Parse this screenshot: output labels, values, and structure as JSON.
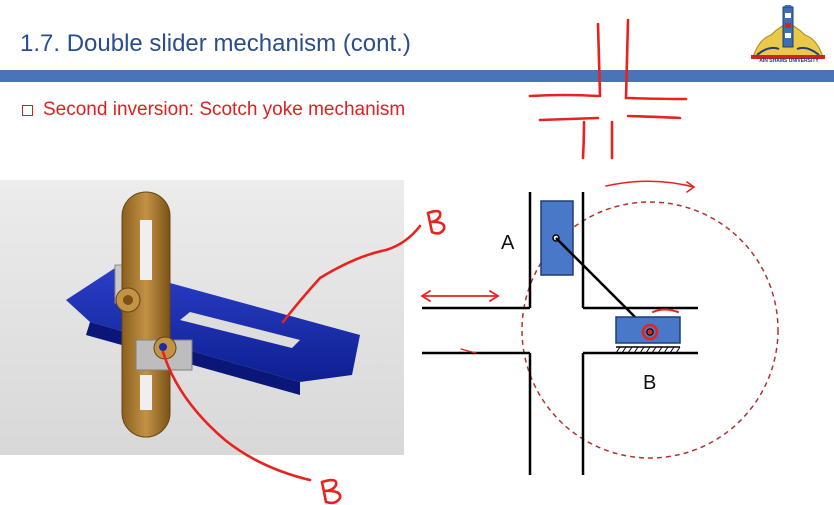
{
  "slide": {
    "title": "1.7. Double slider mechanism (cont.)",
    "bullet": "Second inversion: Scotch yoke mechanism"
  },
  "logo": {
    "caption": "AIN SHAMS UNIVERSITY"
  },
  "diagram": {
    "label_a": "A",
    "label_b": "B"
  },
  "annotations": {
    "handwritten_b_top": "B",
    "handwritten_b_bottom": "B"
  },
  "colors": {
    "title": "#2a4d8f",
    "bar": "#4a74b8",
    "bullet": "#e02020",
    "annotation": "#e8231e",
    "slider_block": "#4a78c8",
    "yoke": "#a9782e"
  }
}
